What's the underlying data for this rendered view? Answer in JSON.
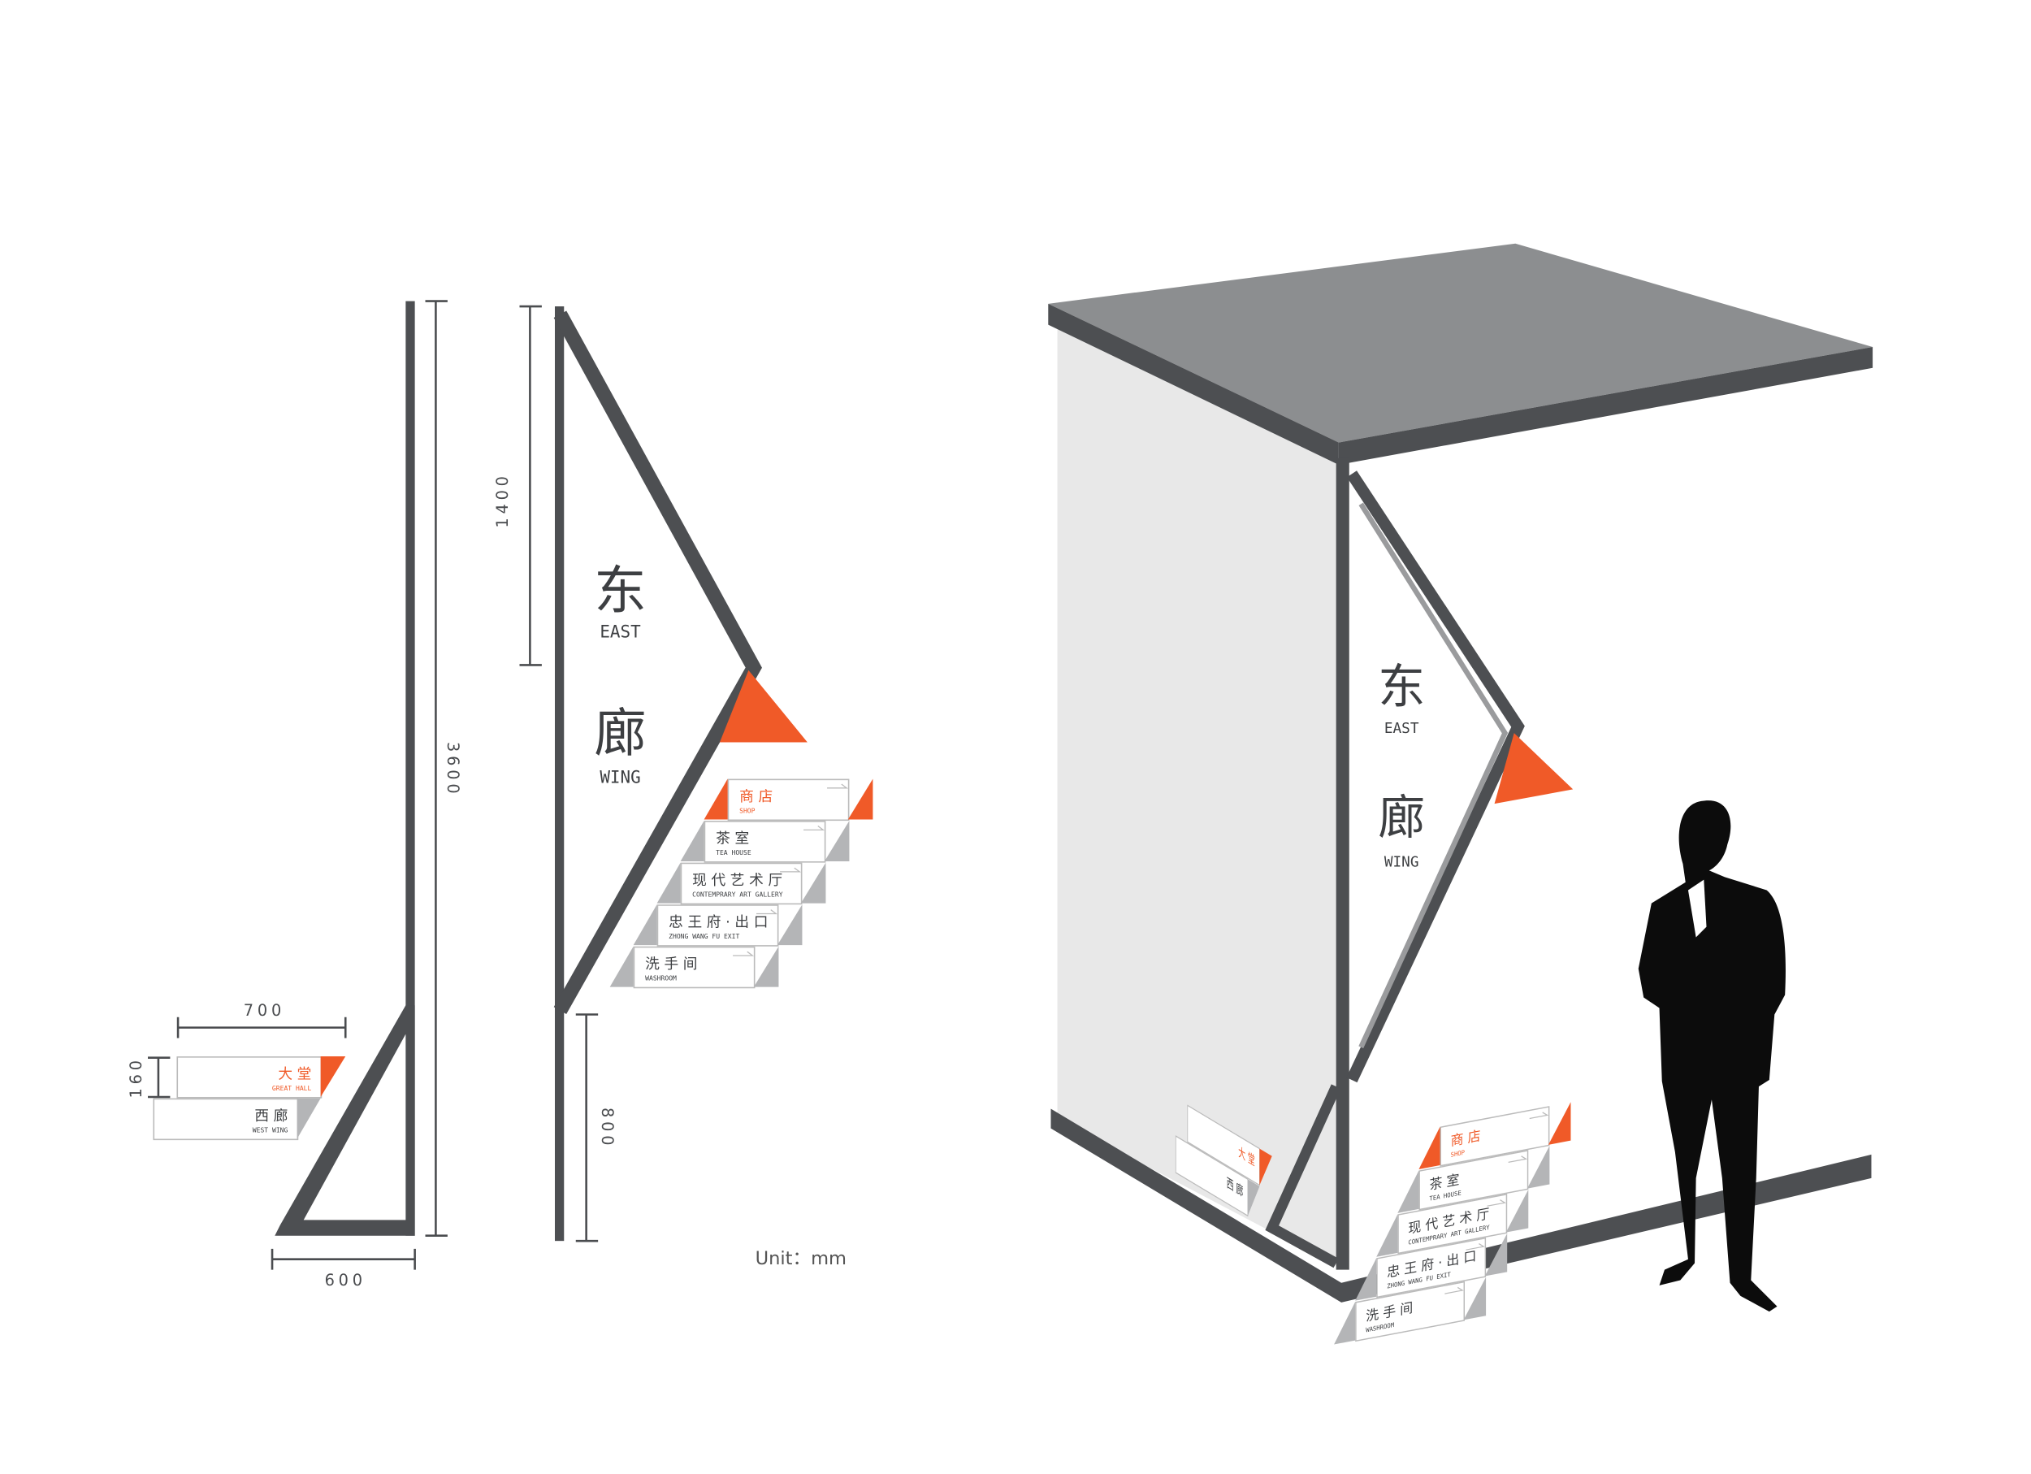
{
  "dimensions": {
    "width_sign": "700",
    "height_sign": "160",
    "base": "600",
    "total_height": "3600",
    "upper": "1400",
    "lower": "800"
  },
  "unit_label": "Unit：mm",
  "main_sign": {
    "cn1": "东",
    "en1": "EAST",
    "cn2": "廊",
    "en2": "WING"
  },
  "directory": [
    {
      "cn": "商 店",
      "en": "SHOP",
      "highlight": true
    },
    {
      "cn": "茶 室",
      "en": "TEA HOUSE",
      "highlight": false
    },
    {
      "cn": "现 代 艺 术 厅",
      "en": "CONTEMPRARY ART GALLERY",
      "highlight": false
    },
    {
      "cn": "忠 王 府 · 出 口",
      "en": "ZHONG WANG FU  EXIT",
      "highlight": false
    },
    {
      "cn": "洗 手 间",
      "en": "WASHROOM",
      "highlight": false
    }
  ],
  "small_signs": [
    {
      "cn": "大 堂",
      "en": "GREAT HALL",
      "highlight": true
    },
    {
      "cn": "西 廊",
      "en": "WEST WING",
      "highlight": false
    }
  ],
  "colors": {
    "accent": "#f05a28",
    "structure": "#4d4f52",
    "panel_gray": "#b4b5b7",
    "roof": "#8c8e90",
    "wall": "#e8e8e8"
  }
}
